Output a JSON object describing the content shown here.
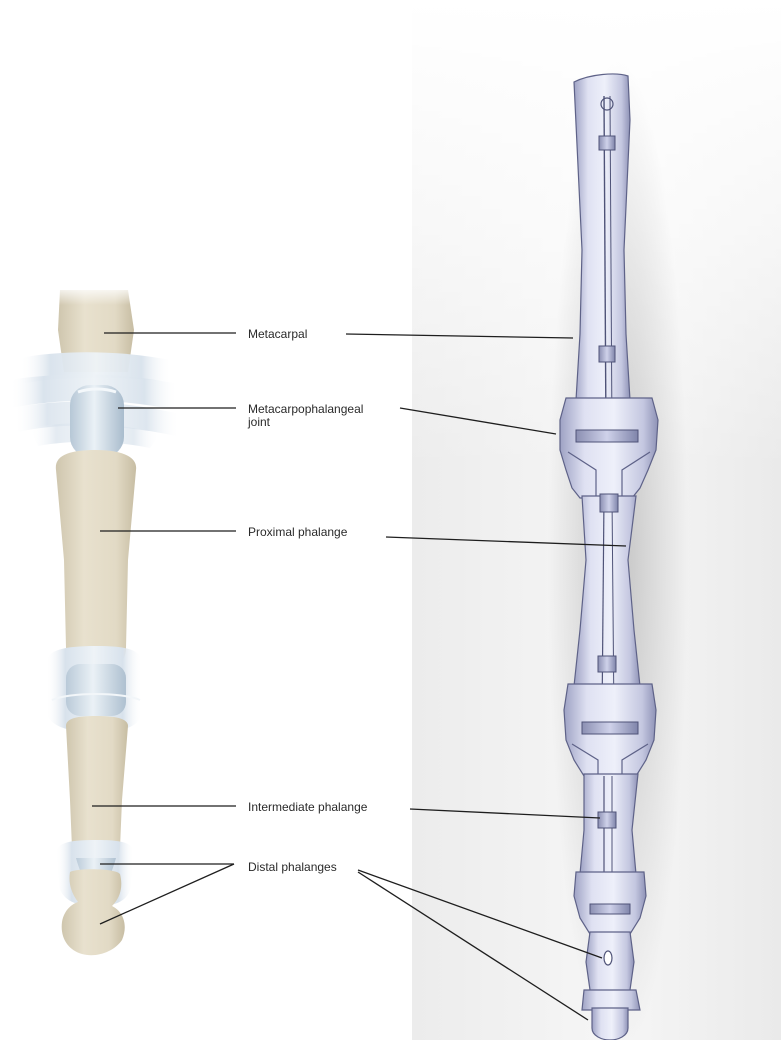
{
  "labels": {
    "metacarpal": "Metacarpal",
    "mcp_joint_line1": "Metacarpophalangeal",
    "mcp_joint_line2": "joint",
    "proximal_phalange": "Proximal phalange",
    "intermediate_phalange": "Intermediate phalange",
    "distal_phalanges": "Distal phalanges"
  },
  "colors": {
    "bone": "#e4dcc8",
    "bone_shadow": "#c9bfa6",
    "ligament": "#dfe7ee",
    "cartilage": "#c6d6e4",
    "robot_light": "#e3e5f4",
    "robot_mid": "#bfc2dc",
    "robot_dark": "#8a8eb0",
    "leader_line": "#1e1e1e",
    "panel_gray": "#e8e8e8"
  }
}
